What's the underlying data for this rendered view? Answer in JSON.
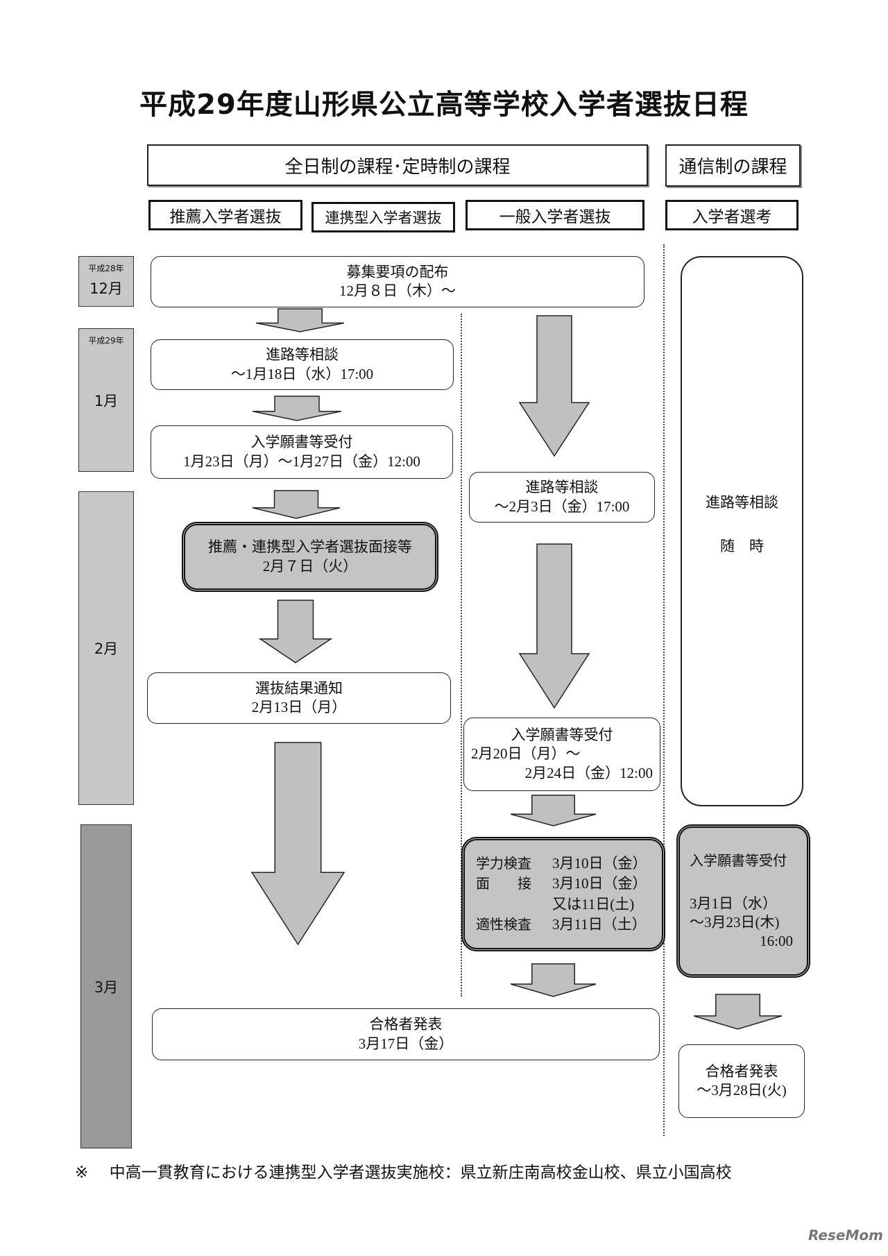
{
  "title": "平成29年度山形県公立高等学校入学者選抜日程",
  "headers": {
    "fulltime": "全日制の課程･定時制の課程",
    "correspondence": "通信制の課程"
  },
  "tracks": {
    "recommend": "推薦入学者選抜",
    "linked": "連携型入学者選抜",
    "general": "一般入学者選抜",
    "corr": "入学者選考"
  },
  "months": [
    {
      "era": "平成28年",
      "label": "12月"
    },
    {
      "era": "平成29年",
      "label": "1月"
    },
    {
      "era": "",
      "label": "2月"
    },
    {
      "era": "",
      "label": "3月"
    }
  ],
  "steps": {
    "guidelines": {
      "title": "募集要項の配布",
      "date": "12月８日（木）～"
    },
    "consult1": {
      "title": "進路等相談",
      "date": "～1月18日（水）17:00"
    },
    "apply1": {
      "title": "入学願書等受付",
      "date": "1月23日（月）～1月27日（金）12:00"
    },
    "interview": {
      "title": "推薦・連携型入学者選抜面接等",
      "date": "2月７日（火）"
    },
    "result": {
      "title": "選抜結果通知",
      "date": "2月13日（月）"
    },
    "pass": {
      "title": "合格者発表",
      "date": "3月17日（金）"
    },
    "consult2": {
      "title": "進路等相談",
      "date": "～2月3日（金）17:00"
    },
    "apply2": {
      "title": "入学願書等受付",
      "date1": "2月20日（月）～",
      "date2": "2月24日（金）12:00"
    },
    "exam": {
      "rows": [
        {
          "label": "学力検査",
          "date": "3月10日（金）"
        },
        {
          "label": "面　　接",
          "date": "3月10日（金）"
        },
        {
          "label": "",
          "date": "又は11日(土)"
        },
        {
          "label": "適性検査",
          "date": "3月11日（土）"
        }
      ]
    },
    "corrConsult": {
      "title": "進路等相談",
      "date": "随　時"
    },
    "corrApply": {
      "title": "入学願書等受付",
      "date1": "3月1日（水）",
      "date2": "～3月23日(木)",
      "date3": "16:00"
    },
    "corrPass": {
      "title": "合格者発表",
      "date": "～3月28日(火)"
    }
  },
  "footnote": "※　 中高一貫教育における連携型入学者選抜実施校：県立新庄南高校金山校、県立小国高校",
  "watermark": "ReseMom",
  "colors": {
    "arrow": "#c0c0c0",
    "highlight": "#c4c4c4",
    "month": "#c8c8c8",
    "monthDark": "#9a9a9a"
  }
}
